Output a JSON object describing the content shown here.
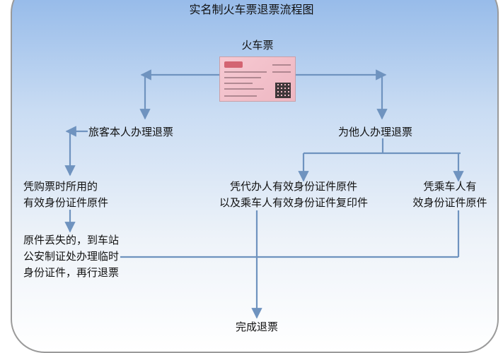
{
  "title": "实名制火车票退票流程图",
  "ticket_label": "火车票",
  "nodes": {
    "self": "旅客本人办理退票",
    "other": "为他人办理退票",
    "self_id_line1": "凭购票时所用的",
    "self_id_line2": "有效身份证件原件",
    "lost_line1": "原件丢失的，到车站",
    "lost_line2": "公安制证处办理临时",
    "lost_line3": "身份证件，再行退票",
    "agent_line1": "凭代办人有效身份证件原件",
    "agent_line2": "以及乘车人有效身份证件复印件",
    "passenger_line1": "凭乘车人有",
    "passenger_line2": "效身份证件原件",
    "done": "完成退票"
  },
  "colors": {
    "connector": "#6f93bf",
    "panel_border": "#9a9a9a"
  }
}
